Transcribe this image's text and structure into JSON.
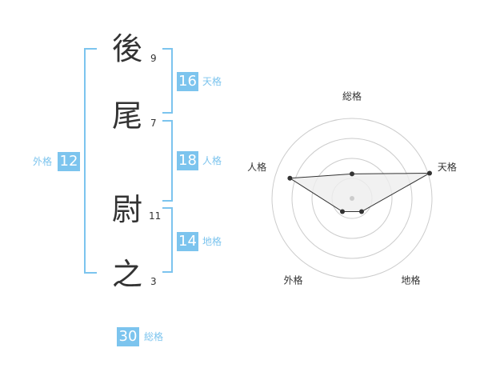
{
  "name": {
    "characters": [
      {
        "char": "後",
        "strokes": "9"
      },
      {
        "char": "尾",
        "strokes": "7"
      },
      {
        "char": "尉",
        "strokes": "11"
      },
      {
        "char": "之",
        "strokes": "3"
      }
    ]
  },
  "kaku": {
    "tenkaku": {
      "value": "16",
      "label": "天格"
    },
    "jinkaku": {
      "value": "18",
      "label": "人格"
    },
    "chikaku": {
      "value": "14",
      "label": "地格"
    },
    "gaikaku": {
      "value": "12",
      "label": "外格"
    },
    "soukaku": {
      "value": "30",
      "label": "総格"
    }
  },
  "radar": {
    "axes": [
      "総格",
      "天格",
      "地格",
      "外格",
      "人格"
    ],
    "levels": 4,
    "values": [
      0.3,
      1.0,
      0.2,
      0.2,
      0.8
    ],
    "colors": {
      "ring": "#cccccc",
      "fill": "#eeeeee",
      "line": "#333333",
      "point": "#333333",
      "center": "#cccccc"
    }
  },
  "colors": {
    "accent": "#7cc4ee",
    "text": "#333333"
  }
}
